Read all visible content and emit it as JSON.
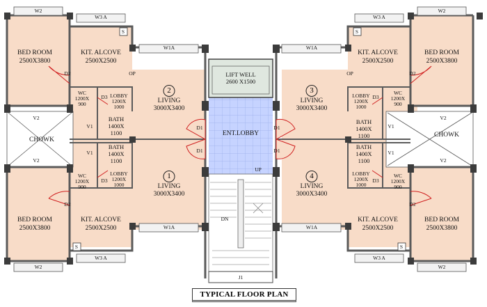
{
  "title": "TYPICAL FLOOR PLAN",
  "core": {
    "lift": {
      "name": "LIFT WELL",
      "dim": "2600 X1500"
    },
    "lobby": "ENT.LOBBY",
    "stair_up": "UP",
    "stair_dn": "DN",
    "balcony": "J1"
  },
  "common": {
    "chowk": "CHOWK",
    "bedroom": {
      "name": "BED ROOM",
      "dim": "2500X3800"
    },
    "kitchen": {
      "name": "KIT. ALCOVE",
      "dim": "2500X2500"
    },
    "living": {
      "name": "LIVING",
      "dim": "3000X3400"
    },
    "wc": {
      "name": "WC",
      "dim1": "1200X",
      "dim2": "900"
    },
    "bath": {
      "name": "BATH",
      "dim1": "1400X",
      "dim2": "1100"
    },
    "lobby_small": {
      "name": "LOBBY",
      "dim1": "1200X",
      "dim2": "1000"
    }
  },
  "tags": {
    "w2": "W2",
    "w3a": "W3 A",
    "w1a": "W1A",
    "v1": "V1",
    "v2": "V2",
    "d1": "D1",
    "d2": "D2",
    "d3": "D3",
    "op": "OP",
    "s": "S"
  },
  "units": [
    "1",
    "2",
    "3",
    "4"
  ],
  "colors": {
    "room": "#f8dcc8",
    "lobby": "#c6d3ff",
    "wall": "#5a5a5a",
    "column": "#3c3c3c",
    "window": "#f2f2f2",
    "door": "#d02020"
  }
}
